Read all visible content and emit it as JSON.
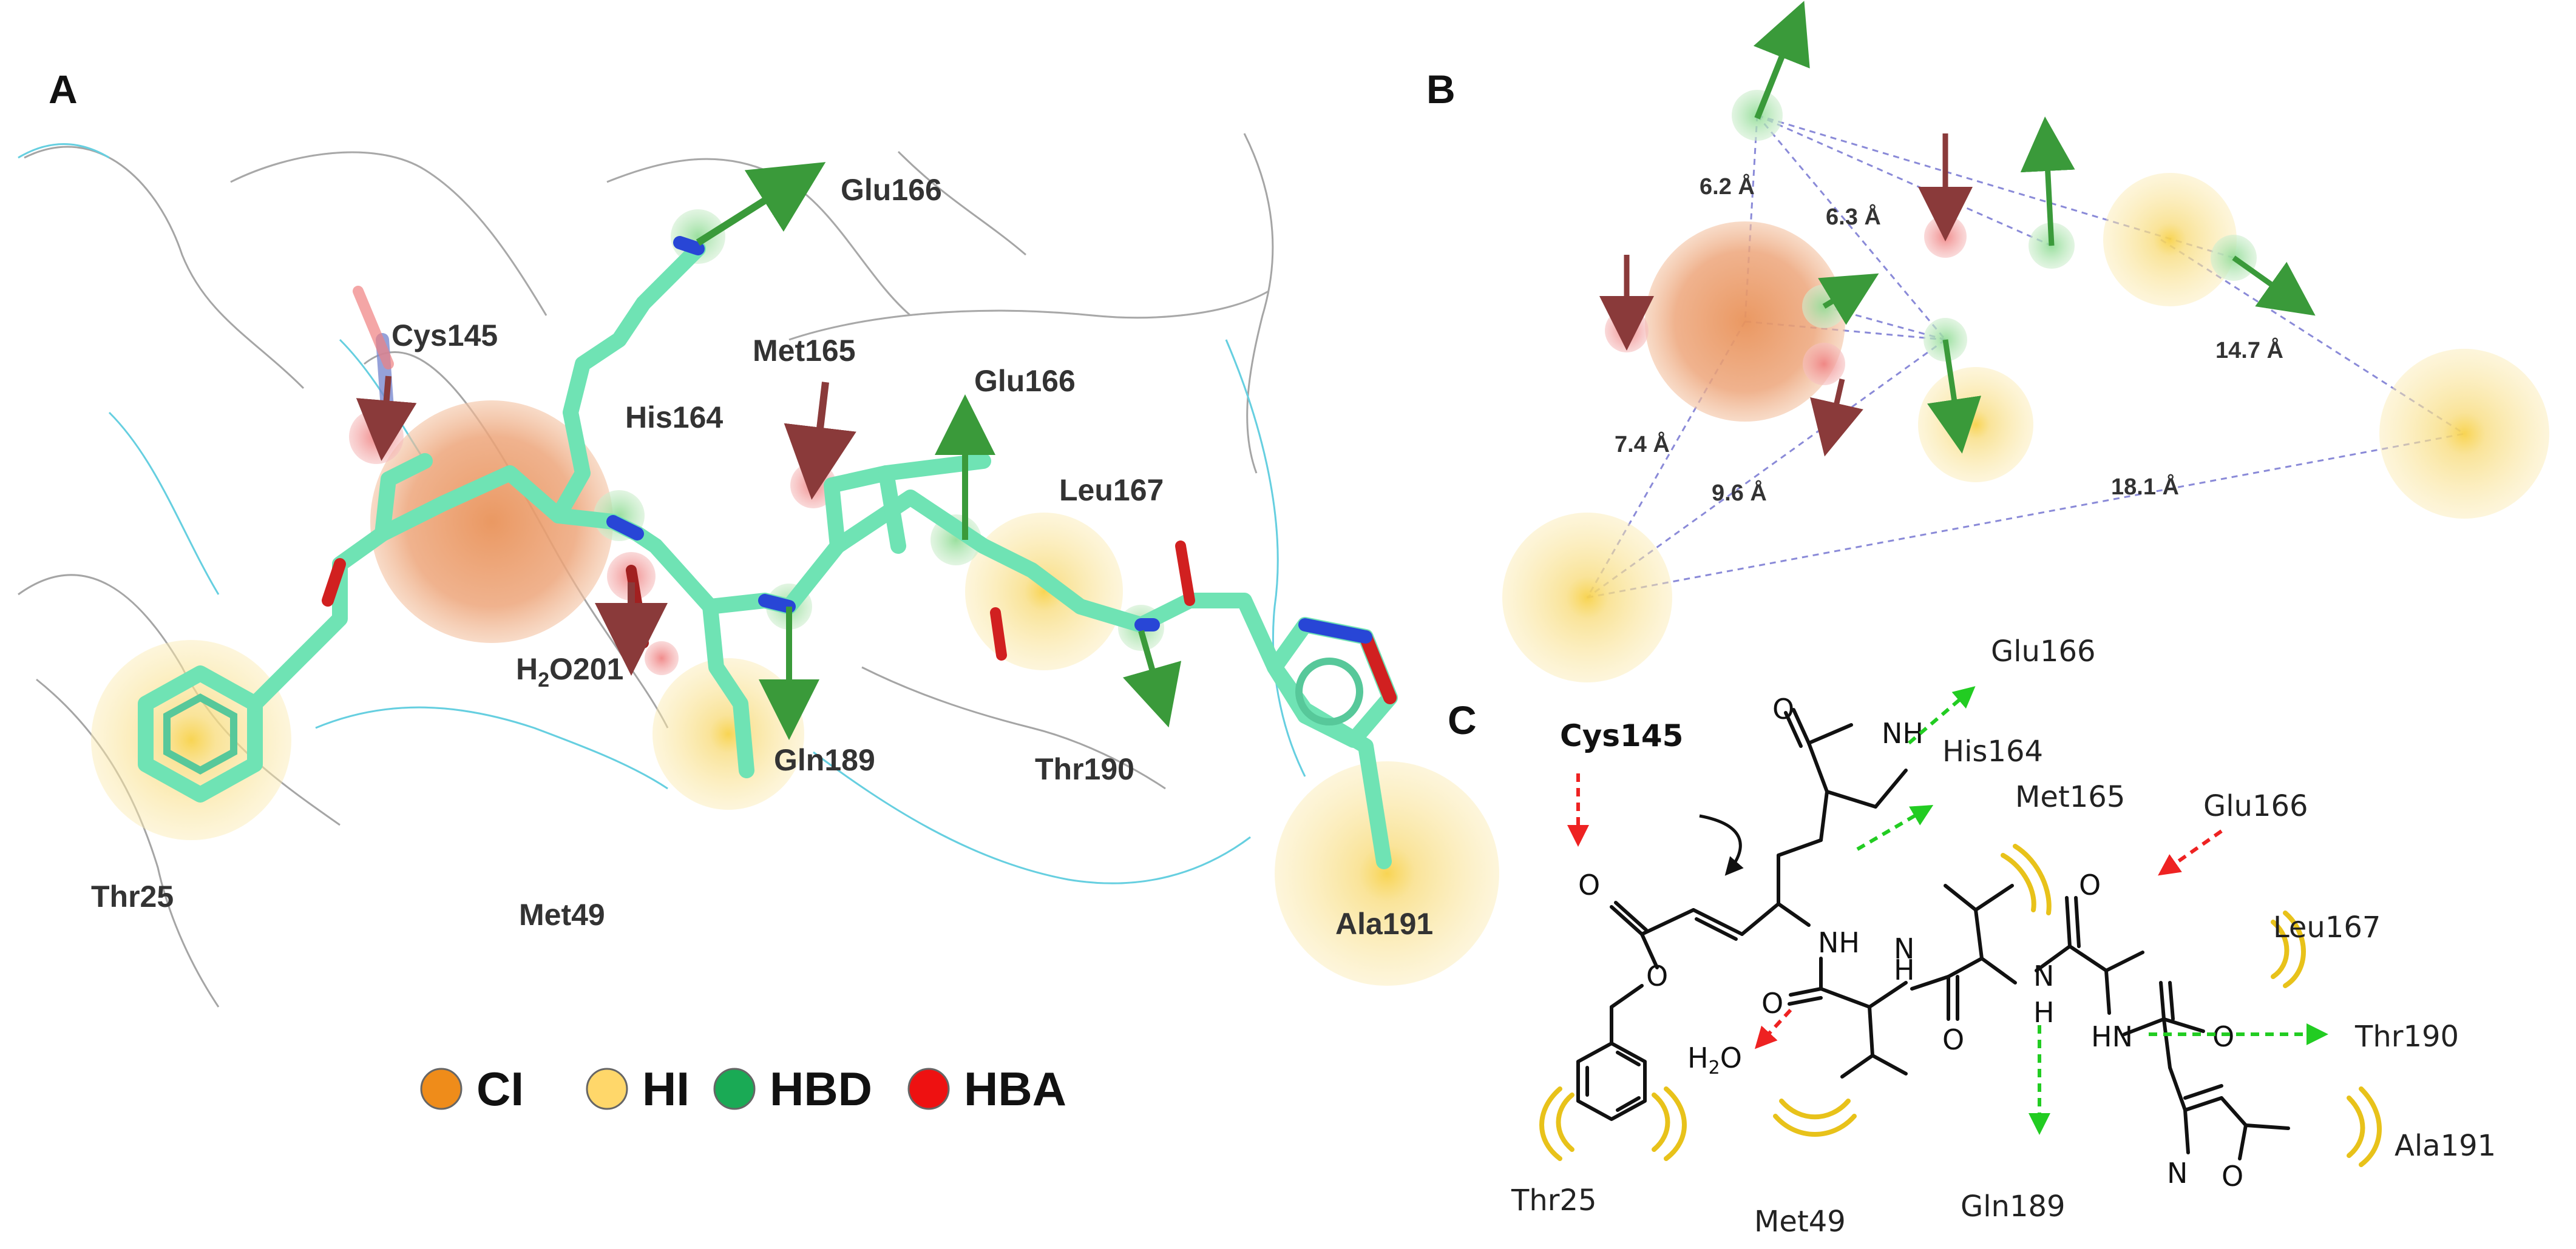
{
  "panels": {
    "a": {
      "letter": "A"
    },
    "b": {
      "letter": "B"
    },
    "c": {
      "letter": "C"
    }
  },
  "panel_a": {
    "residues": [
      "Cys145",
      "Glu166",
      "Met165",
      "His164",
      "Glu166",
      "Leu167",
      "Gln189",
      "Thr190",
      "Thr25",
      "Met49",
      "Ala191"
    ],
    "water": {
      "main": "H",
      "sub": "2",
      "rest": "O201"
    }
  },
  "panel_b": {
    "distances": [
      "6.2 Å",
      "6.3 Å",
      "14.7 Å",
      "7.4 Å",
      "9.6 Å",
      "18.1 Å"
    ]
  },
  "panel_c": {
    "residues": [
      "Glu166",
      "Cys145",
      "His164",
      "Met165",
      "Glu166",
      "Leu167",
      "Thr190",
      "Ala191",
      "Thr25",
      "Met49",
      "Gln189"
    ],
    "water": {
      "main": "H",
      "sub": "2",
      "rest": "O"
    },
    "atoms": {
      "nh_ring": "NH",
      "o_ring": "O",
      "o_ester_dbl": "O",
      "o_ester": "O",
      "nh1": "NH",
      "o1": "O",
      "hn2": "H",
      "n2": "N",
      "o2": "O",
      "n3": "N",
      "h3": "H",
      "o3": "O",
      "hn4": "HN",
      "o4": "O",
      "iso_n": "N",
      "iso_o": "O"
    }
  },
  "legend": [
    {
      "label": "CI",
      "color": "#ef8c1a"
    },
    {
      "label": "HI",
      "color": "#ffd76a"
    },
    {
      "label": "HBD",
      "color": "#1aaa55"
    },
    {
      "label": "HBA",
      "color": "#ee1111"
    }
  ],
  "colors": {
    "ci": "#ef8c1a",
    "hi": "#ffd76a",
    "hbd": "#1aaa55",
    "hba": "#ee1111",
    "ligand": "#6fe3b4",
    "mesh_gray": "#9a9a9a",
    "mesh_cyan": "#66cfe0",
    "arrow_green": "#22cc22",
    "arrow_red": "#ee2222",
    "hydrophobic_arc": "#e8c21a"
  }
}
